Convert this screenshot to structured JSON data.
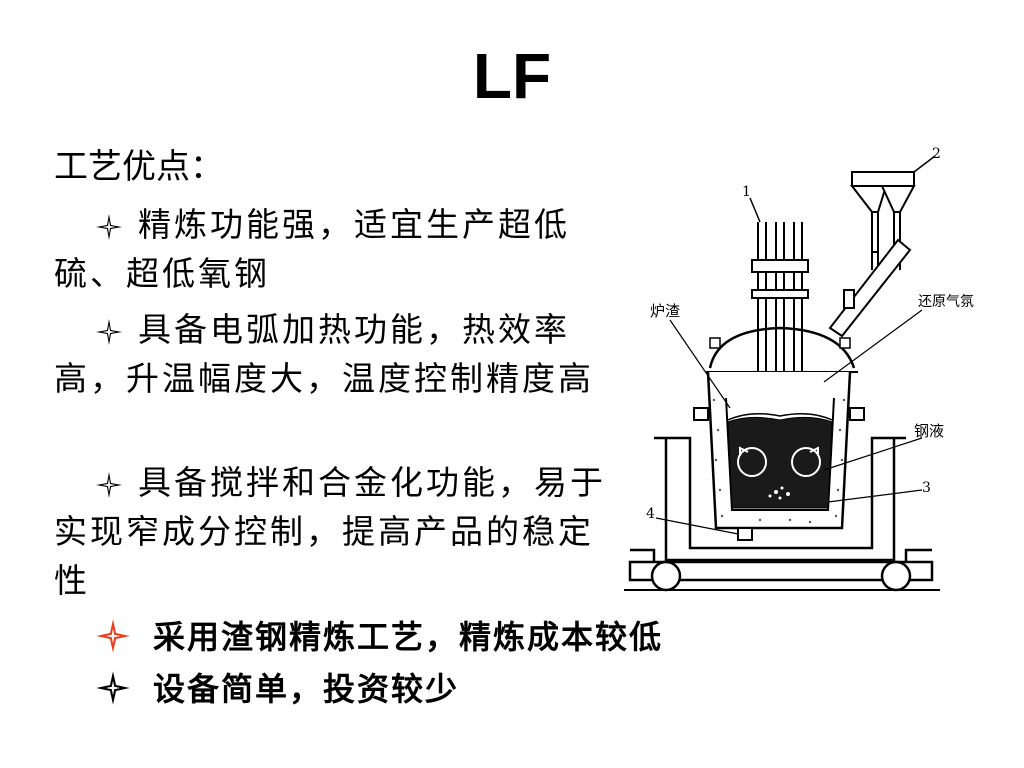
{
  "slide": {
    "title": "LF",
    "subhead": "工艺优点：",
    "points": [
      "精炼功能强，适宜生产超低硫、超低氧钢",
      "具备电弧加热功能，热效率高，升温幅度大，温度控制精度高",
      "具备搅拌和合金化功能，易于实现窄成分控制，提高产品的稳定性"
    ],
    "bold_points": [
      "采用渣钢精炼工艺，精炼成本较低",
      "设备简单，投资较少"
    ]
  },
  "diagram": {
    "labels": {
      "electrode_num": "1",
      "hopper_num": "2",
      "slag": "炉渣",
      "reducing_gas": "还原气氛",
      "molten_steel": "钢液",
      "porous_plug_num": "3",
      "car_num": "4"
    }
  },
  "colors": {
    "accent_star": "#e8401c",
    "text": "#000000"
  },
  "icons": {
    "bullet": "four-point-star-icon"
  }
}
